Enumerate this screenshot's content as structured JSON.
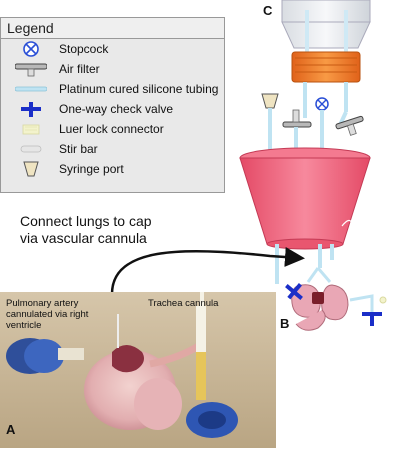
{
  "legend": {
    "title": "Legend",
    "items": [
      {
        "label": "Stopcock",
        "icon": "stopcock-icon"
      },
      {
        "label": "Air filter",
        "icon": "air-filter-icon"
      },
      {
        "label": "Platinum cured silicone tubing",
        "icon": "tubing-icon"
      },
      {
        "label": "One-way check valve",
        "icon": "check-valve-icon"
      },
      {
        "label": "Luer lock connector",
        "icon": "luer-lock-icon"
      },
      {
        "label": "Stir bar",
        "icon": "stir-bar-icon"
      },
      {
        "label": "Syringe port",
        "icon": "syringe-port-icon"
      }
    ]
  },
  "panels": {
    "a": "A",
    "b": "B",
    "c": "C"
  },
  "caption": "Connect lungs to cap via vascular cannula",
  "photo_labels": {
    "pulmonary_artery": "Pulmonary artery cannulated via right ventricle",
    "trachea": "Trachea cannula"
  },
  "colors": {
    "cap_orange": "#f07a20",
    "funnel_pink": "#f0607a",
    "valve_blue": "#1a2ec8",
    "lung_pink": "#e9a7b5",
    "photo_bg": "#c9b79a"
  }
}
